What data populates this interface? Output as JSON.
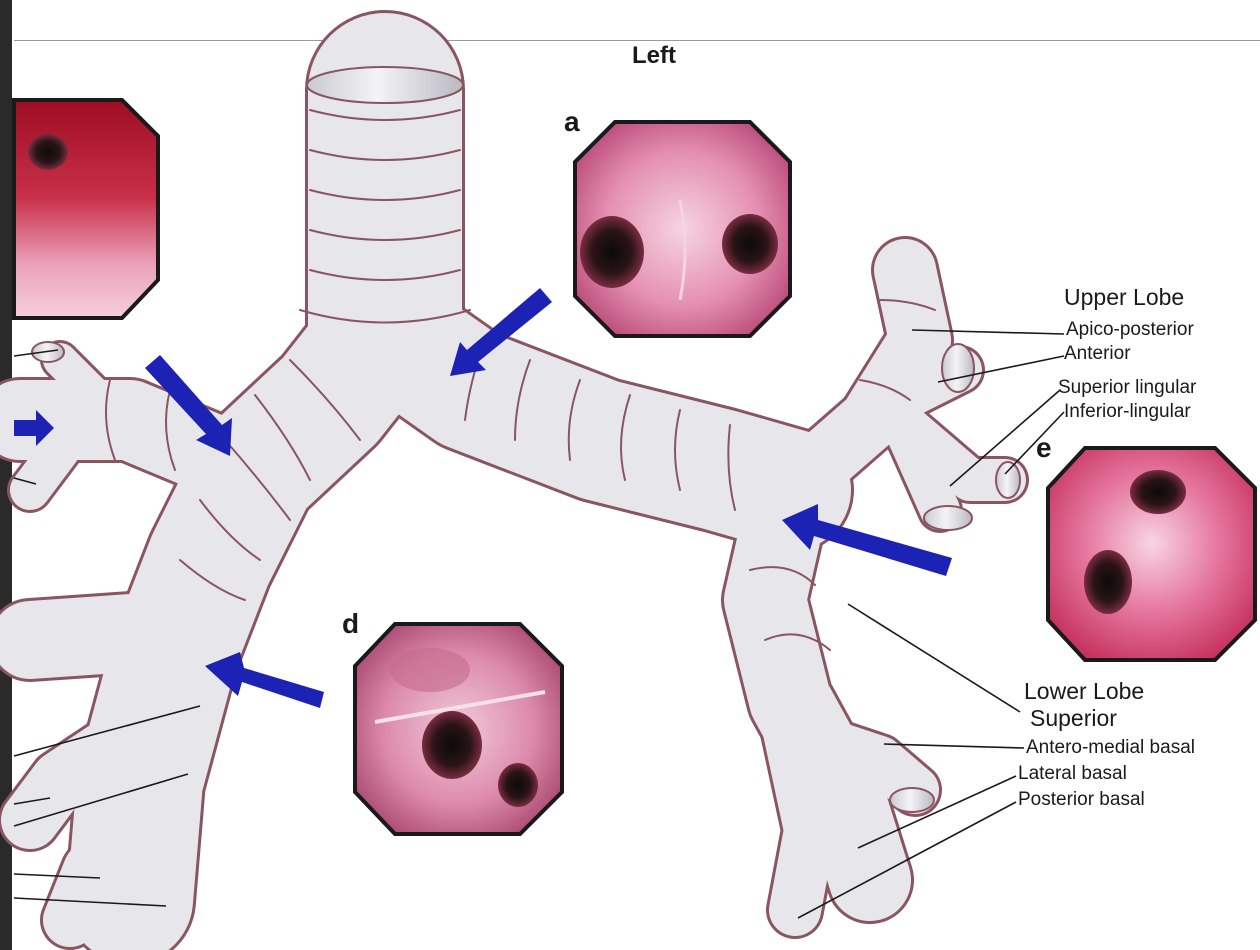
{
  "header": {
    "side_label": "Left"
  },
  "panels": [
    {
      "id": "a",
      "letter": "a"
    },
    {
      "id": "d",
      "letter": "d"
    },
    {
      "id": "e",
      "letter": "e"
    }
  ],
  "upper_lobe": {
    "title": "Upper Lobe",
    "segments": [
      "Apico-posterior",
      "Anterior",
      "Superior lingular",
      "Inferior-lingular"
    ]
  },
  "lower_lobe": {
    "title": "Lower Lobe",
    "subtitle": "Superior",
    "segments": [
      "Antero-medial basal",
      "Lateral basal",
      "Posterior basal"
    ]
  },
  "colors": {
    "arrow": "#1c22b4",
    "airway_fill": "#e8e8ec",
    "airway_stroke": "#8a5560",
    "mucosa_pink": "#dd7aa0",
    "mucosa_red": "#b81c3c",
    "panel_border": "#1a1a1a"
  }
}
